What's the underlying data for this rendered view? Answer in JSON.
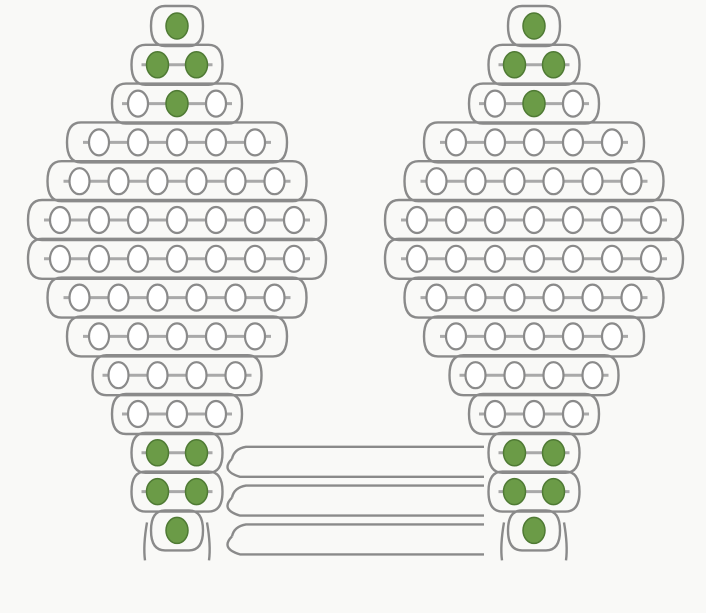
{
  "colors": {
    "background": "#f9f9f7",
    "wire": "#8a8a8a",
    "thread": "#a9a9a9",
    "bead_outline": "#8a8a8a",
    "bead_green": "#6b9b47",
    "bead_green_outline": "#4f7a34"
  },
  "pattern": {
    "left_motif_rows": [
      {
        "beads": 1,
        "color": "green"
      },
      {
        "beads": 2,
        "color": "green"
      },
      {
        "beads": 3,
        "color": "mixed"
      },
      {
        "beads": 5,
        "color": "clear"
      },
      {
        "beads": 6,
        "color": "clear"
      },
      {
        "beads": 7,
        "color": "clear"
      },
      {
        "beads": 7,
        "color": "clear"
      },
      {
        "beads": 6,
        "color": "clear"
      },
      {
        "beads": 5,
        "color": "clear"
      },
      {
        "beads": 4,
        "color": "clear"
      },
      {
        "beads": 3,
        "color": "clear"
      },
      {
        "beads": 2,
        "color": "green"
      },
      {
        "beads": 2,
        "color": "green"
      },
      {
        "beads": 1,
        "color": "green"
      }
    ],
    "right_motif_rows": [
      {
        "beads": 1,
        "color": "green"
      },
      {
        "beads": 2,
        "color": "green"
      },
      {
        "beads": 3,
        "color": "mixed"
      },
      {
        "beads": 5,
        "color": "clear"
      },
      {
        "beads": 6,
        "color": "clear"
      },
      {
        "beads": 7,
        "color": "clear"
      },
      {
        "beads": 7,
        "color": "clear"
      },
      {
        "beads": 6,
        "color": "clear"
      },
      {
        "beads": 5,
        "color": "clear"
      },
      {
        "beads": 4,
        "color": "clear"
      },
      {
        "beads": 3,
        "color": "clear"
      },
      {
        "beads": 2,
        "color": "green"
      },
      {
        "beads": 2,
        "color": "green"
      },
      {
        "beads": 1,
        "color": "green"
      }
    ],
    "connecting_loops": 3
  }
}
